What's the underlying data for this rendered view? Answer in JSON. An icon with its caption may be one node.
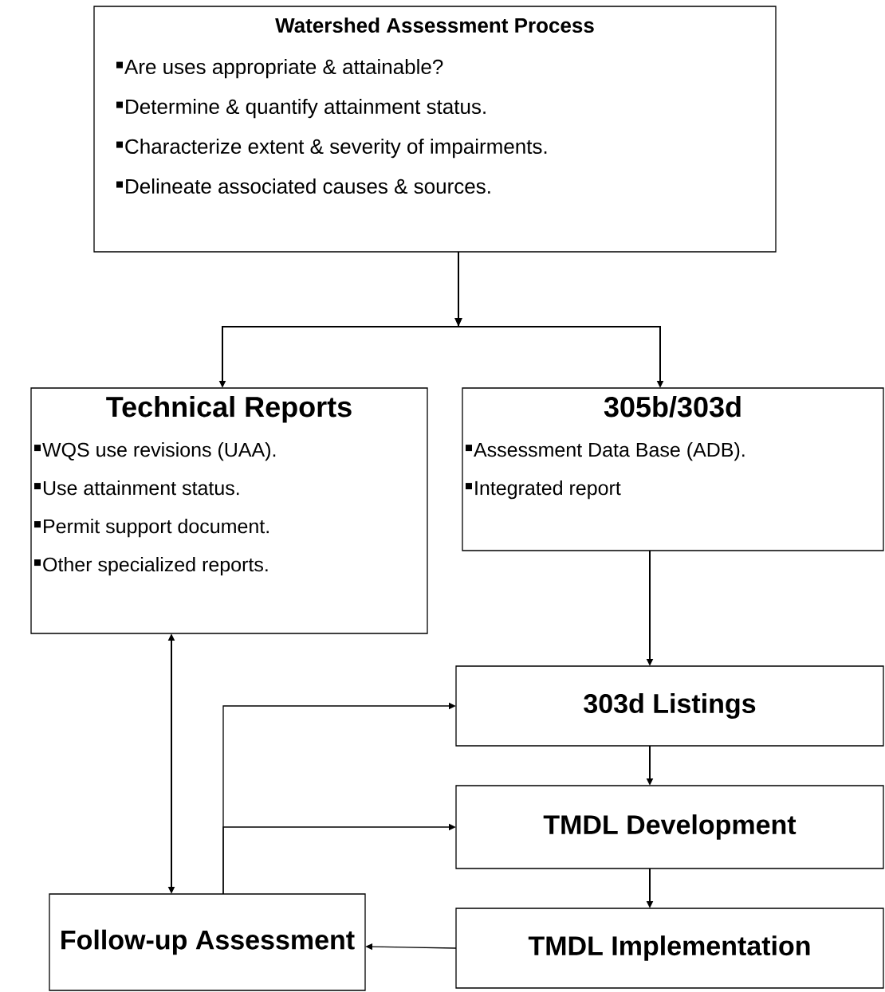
{
  "diagram": {
    "nodes": [
      {
        "text": [
          "Watershed Assessment Process",
          "Are uses appropriate & attainable?",
          "Determine & quantify attainment status.",
          "Characterize extent & severity of impairments.",
          "Delineate associated causes & sources."
        ]
      },
      {
        "text": [
          "Technical Reports",
          "WQS use revisions (UAA).",
          "Use attainment status.",
          "Permit support document.",
          "Other specialized reports."
        ]
      },
      {
        "text": [
          "305b/303d",
          "Assessment Data Base (ADB).",
          "Integrated report"
        ]
      },
      {
        "text": [
          "303d Listings"
        ]
      },
      {
        "text": [
          "TMDL Development"
        ]
      },
      {
        "text": [
          "TMDL Implementation"
        ]
      },
      {
        "text": [
          "Follow-up Assessment"
        ]
      }
    ],
    "edges": [
      {
        "from": 0,
        "to": 1,
        "arrow": "to"
      },
      {
        "from": 0,
        "to": 2,
        "arrow": "to"
      },
      {
        "from": 2,
        "to": 3,
        "arrow": "to"
      },
      {
        "from": 3,
        "to": 4,
        "arrow": "to"
      },
      {
        "from": 4,
        "to": 5,
        "arrow": "to"
      },
      {
        "from": 5,
        "to": 6,
        "arrow": "to"
      },
      {
        "from": 1,
        "to": 6,
        "arrow": "both"
      },
      {
        "from": 6,
        "to": 3,
        "arrow": "to"
      },
      {
        "from": 6,
        "to": 4,
        "arrow": "to"
      }
    ]
  }
}
